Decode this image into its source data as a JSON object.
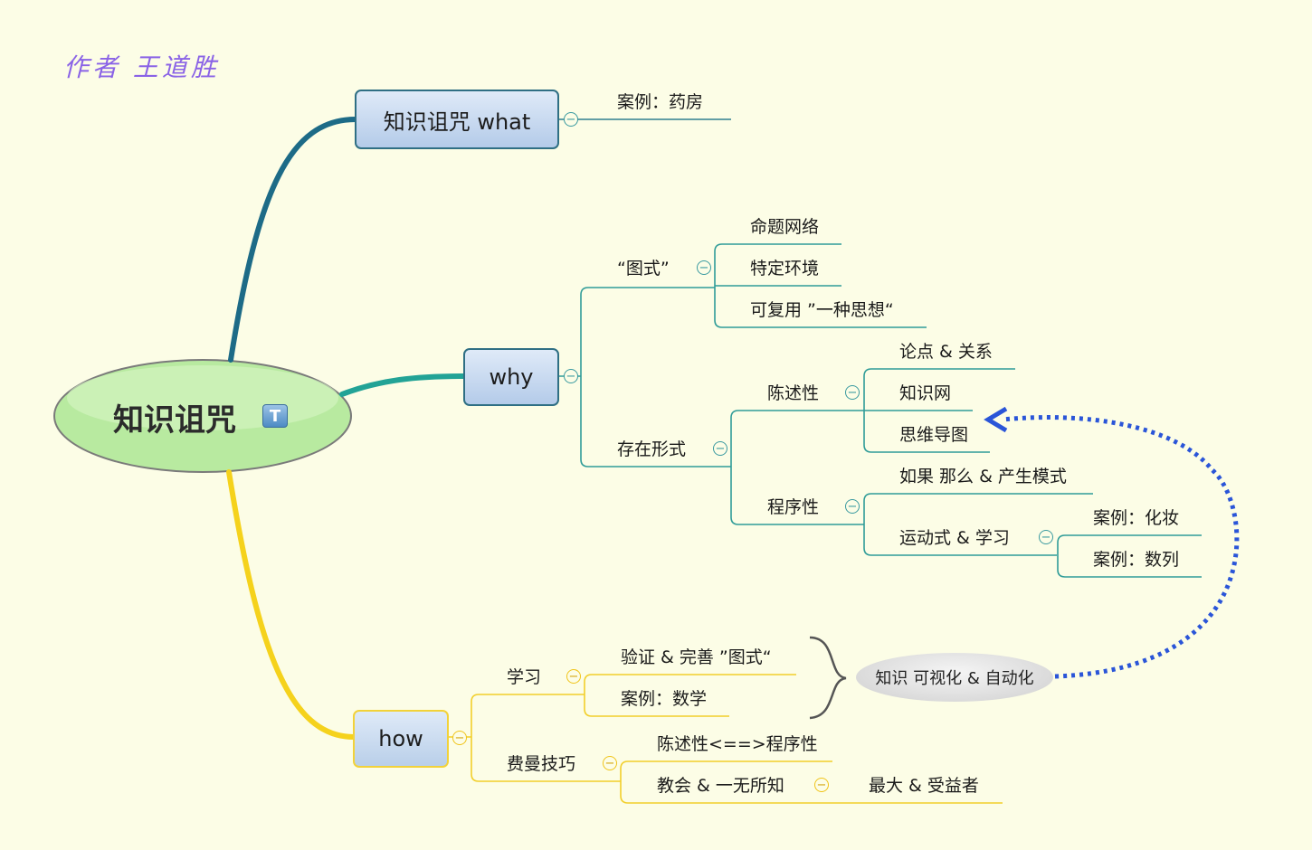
{
  "author": "作者  王道胜",
  "root": {
    "label": "知识诅咒",
    "badge": "T"
  },
  "what": {
    "label": "知识诅咒 what",
    "case": "案例：药房"
  },
  "why": {
    "label": "why",
    "schema": {
      "label": "“图式”",
      "children": [
        "命题网络",
        "特定环境",
        "可复用 ”一种思想“"
      ]
    },
    "forms": {
      "label": "存在形式",
      "declarative": {
        "label": "陈述性",
        "children": [
          "论点 & 关系",
          "知识网",
          "思维导图"
        ]
      },
      "procedural": {
        "label": "程序性",
        "rule": "如果 那么 & 产生模式",
        "motor": {
          "label": "运动式 & 学习",
          "children": [
            "案例：化妆",
            "案例：数列"
          ]
        }
      }
    }
  },
  "how": {
    "label": "how",
    "learn": {
      "label": "学习",
      "children": [
        "验证 & 完善 ”图式“",
        "案例：数学"
      ]
    },
    "feynman": {
      "label": "费曼技巧",
      "children": [
        "陈述性<==>程序性",
        "教会 & 一无所知"
      ],
      "beneficiary": "最大 & 受益者"
    }
  },
  "callout": "知识 可视化 & 自动化",
  "colors": {
    "what": "#1d6b87",
    "why": "#22a396",
    "how": "#f5d21c",
    "teal_line": "#2f9c98",
    "arrow": "#2a55d8"
  }
}
